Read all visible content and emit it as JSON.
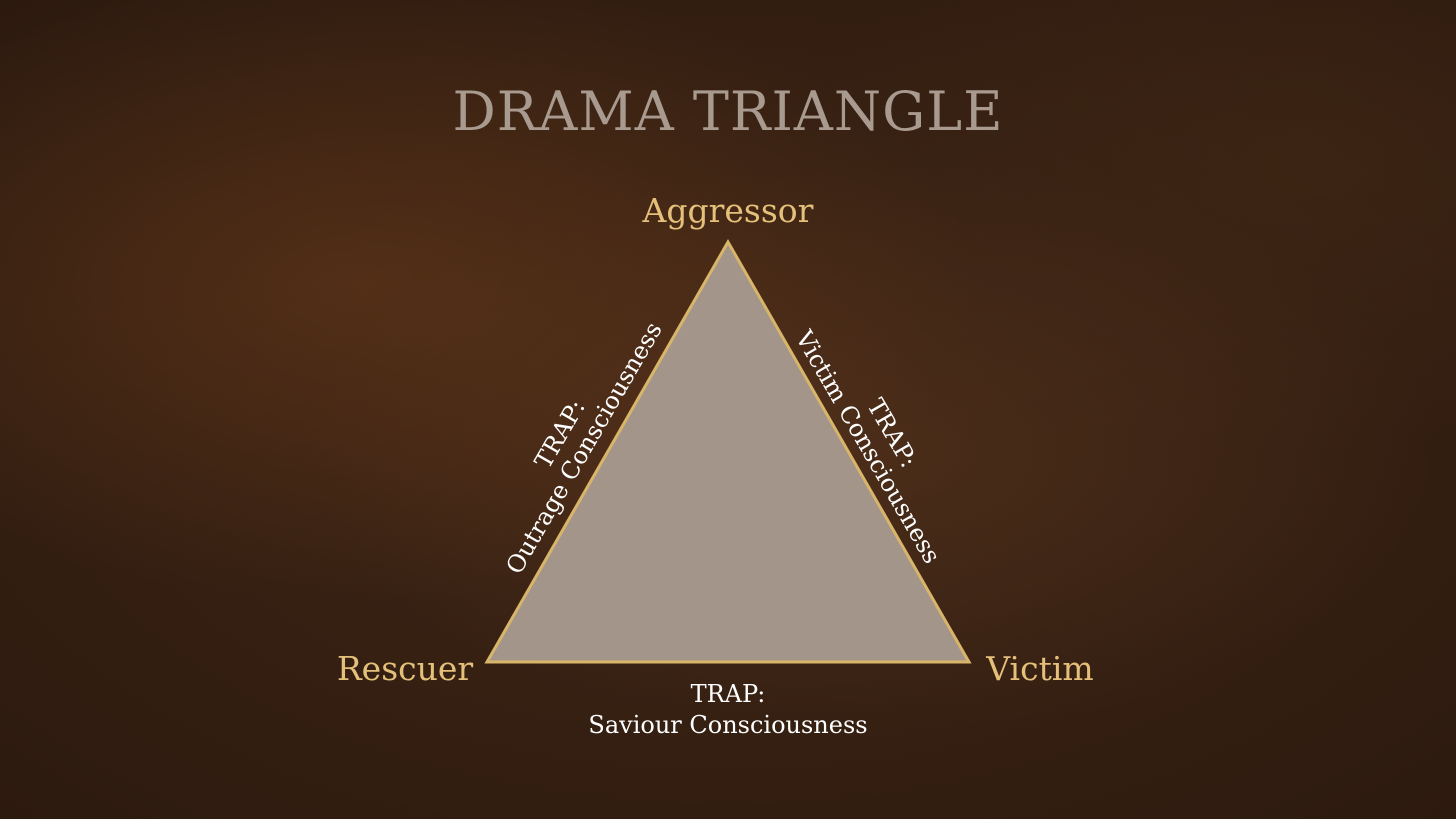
{
  "title": "DRAMA TRIANGLE",
  "colors": {
    "triangle_fill": "#a3958a",
    "triangle_stroke": "#d9b56a",
    "vertex_label": "#e4c07a",
    "trap_label": "#ffffff",
    "title": "#a99a8f"
  },
  "vertices": {
    "top": "Aggressor",
    "left": "Rescuer",
    "right": "Victim"
  },
  "edges": {
    "left": {
      "line1": "TRAP:",
      "line2": "Outrage Consciousness"
    },
    "right": {
      "line1": "TRAP:",
      "line2": "Victim Consciousness"
    },
    "bottom": {
      "line1": "TRAP:",
      "line2": "Saviour Consciousness"
    }
  }
}
